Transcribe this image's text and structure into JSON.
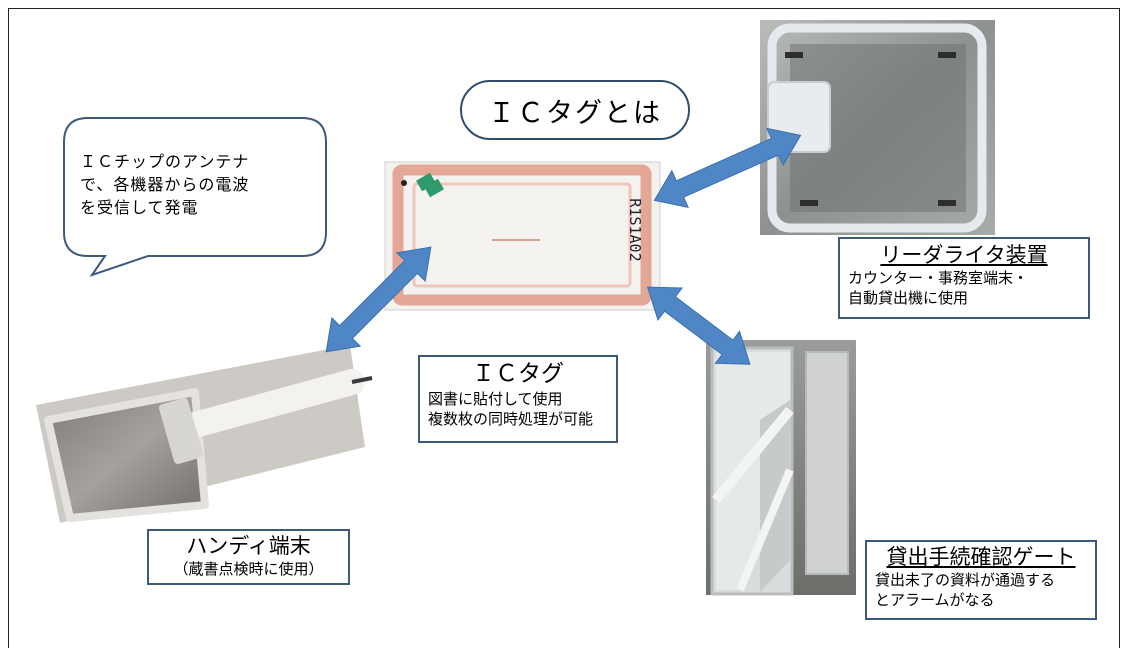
{
  "title": "ＩＣタグとは",
  "speech_bubble": {
    "text": "ＩＣチップのアンテナ\nで、各機器からの電波\nを受信して発電"
  },
  "reader": {
    "title": "リーダライタ装置",
    "desc_line1": "カウンター・事務室端末・",
    "desc_line2": "自動貸出機に使用"
  },
  "ic_tag": {
    "title": "ＩＣタグ",
    "desc_line1": "図書に貼付して使用",
    "desc_line2": "複数枚の同時処理が可能",
    "tag_print": "R1S1A02"
  },
  "handy": {
    "title": "ハンディ端末",
    "desc": "（蔵書点検時に使用）"
  },
  "gate": {
    "title": "貸出手続確認ゲート",
    "desc_line1": "貸出未了の資料が通過する",
    "desc_line2": "とアラームがなる"
  },
  "colors": {
    "arrow": "#4f86c6",
    "box_border": "#3d5a7c",
    "antenna": "#e3a796"
  }
}
